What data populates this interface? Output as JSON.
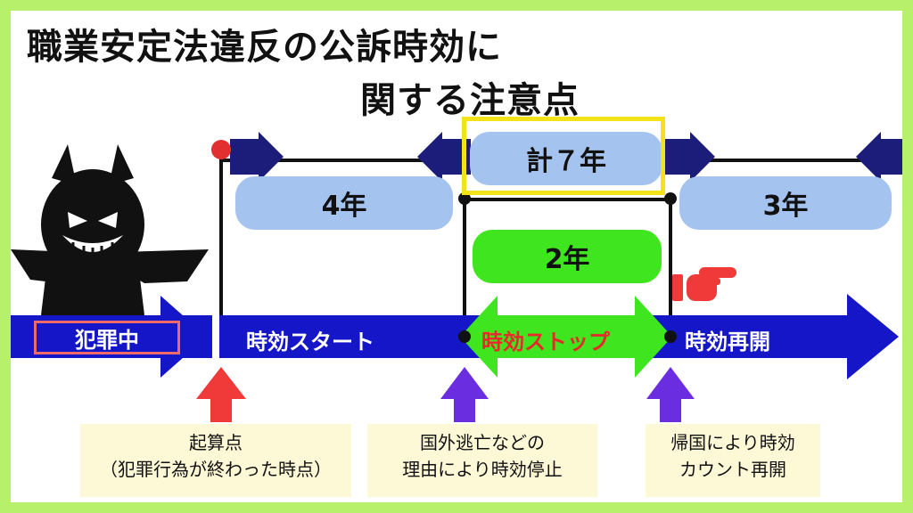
{
  "title": {
    "line1": "職業安定法違反の公訴時効に",
    "line2": "関する注意点"
  },
  "segments": {
    "before_total": "4年",
    "total": "計７年",
    "stop": "2年",
    "after_total": "3年"
  },
  "flow": {
    "crime": "犯罪中",
    "start": "時効スタート",
    "stop": "時効ストップ",
    "resume": "時効再開"
  },
  "notes": {
    "origin_line1": "起算点",
    "origin_line2": "（犯罪行為が終わった時点）",
    "stop_line1": "国外逃亡などの",
    "stop_line2": "理由により時効停止",
    "resume_line1": "帰国により時効",
    "resume_line2": "カウント再開"
  },
  "icons": [
    "devil-icon",
    "pointing-hand-icon"
  ],
  "colors": {
    "border": "#b7f06a",
    "flow_arrow": "#1416c8",
    "timeline": "#1c1c7a",
    "light_blue_pill": "#a4c3ee",
    "green": "#3fe61f",
    "highlight": "#f2e21a",
    "red": "#f03a3a",
    "purple": "#6b2de0",
    "note_bg": "#fdf8d6"
  }
}
